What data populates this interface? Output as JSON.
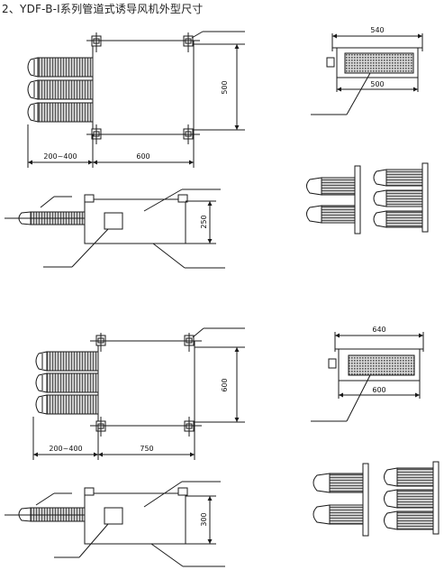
{
  "title": "2、YDF-B-Ⅰ系列管道式诱导风机外型尺寸",
  "colors": {
    "line": "#1a1a1a",
    "coil": "#555555",
    "grille": "#6a6a6a"
  },
  "model_1": {
    "top_view": {
      "dim_width": "500",
      "dim_nozzle": "200~400",
      "dim_length": "600"
    },
    "side_view": {
      "dim_height": "250"
    },
    "front_view": {
      "dim_outer": "540",
      "dim_inner": "500"
    }
  },
  "model_2": {
    "top_view": {
      "dim_width": "600",
      "dim_nozzle": "200~400",
      "dim_length": "750"
    },
    "side_view": {
      "dim_height": "300"
    },
    "front_view": {
      "dim_outer": "640",
      "dim_inner": "600"
    }
  }
}
